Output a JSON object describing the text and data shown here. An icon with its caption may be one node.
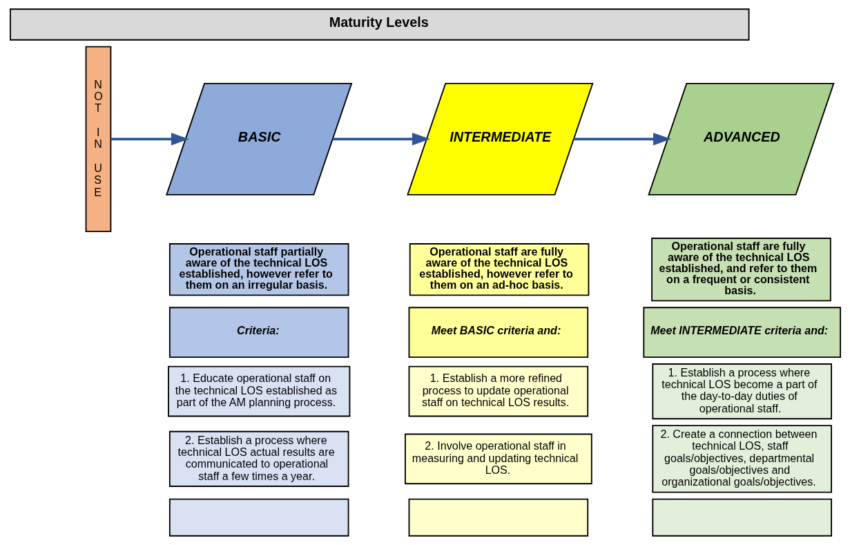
{
  "diagram": {
    "nodes": [
      {
        "text": [
          "Maturity Levels"
        ]
      },
      {
        "text": [
          "NOT IN USE"
        ]
      },
      {
        "text": [
          "BASIC"
        ]
      },
      {
        "text": [
          "Operational staff partially aware of the technical LOS established, however refer to them on an irregular basis."
        ]
      },
      {
        "text": [
          "Criteria:"
        ]
      },
      {
        "text": [
          "1. Educate operational staff on the technical LOS established as part of the AM planning process."
        ]
      },
      {
        "text": [
          "2. Establish a process where technical LOS actual results are communicated to operational staff a few times a year."
        ]
      },
      {
        "text": [],
        "shape": "box"
      },
      {
        "text": [
          "INTERMEDIATE"
        ]
      },
      {
        "text": [
          "Operational staff are fully aware of the technical LOS established, however refer to them on an ad-hoc basis."
        ]
      },
      {
        "text": [
          "Meet BASIC criteria and:"
        ]
      },
      {
        "text": [
          "1. Establish a more refined process to update operational staff on technical LOS results."
        ]
      },
      {
        "text": [
          "2. Involve operational staff in measuring and updating technical LOS."
        ]
      },
      {
        "text": [],
        "shape": "box"
      },
      {
        "text": [
          "ADVANCED"
        ]
      },
      {
        "text": [
          "Operational staff are fully aware of the technical LOS established, and refer to them on a frequent or consistent basis."
        ]
      },
      {
        "text": [
          "Meet INTERMEDIATE criteria and:"
        ]
      },
      {
        "text": [
          "1. Establish a process where technical LOS become a part of the day-to-day duties of operational staff."
        ]
      },
      {
        "text": [
          "2. Create a connection between technical LOS, staff goals/objectives, departmental goals/objectives and organizational goals/objectives."
        ]
      },
      {
        "text": [],
        "shape": "box"
      }
    ],
    "edges": [
      {
        "from": 1,
        "to": 2,
        "arrow": "to"
      },
      {
        "from": 2,
        "to": 8,
        "arrow": "to"
      },
      {
        "from": 8,
        "to": 14,
        "arrow": "to"
      }
    ]
  }
}
